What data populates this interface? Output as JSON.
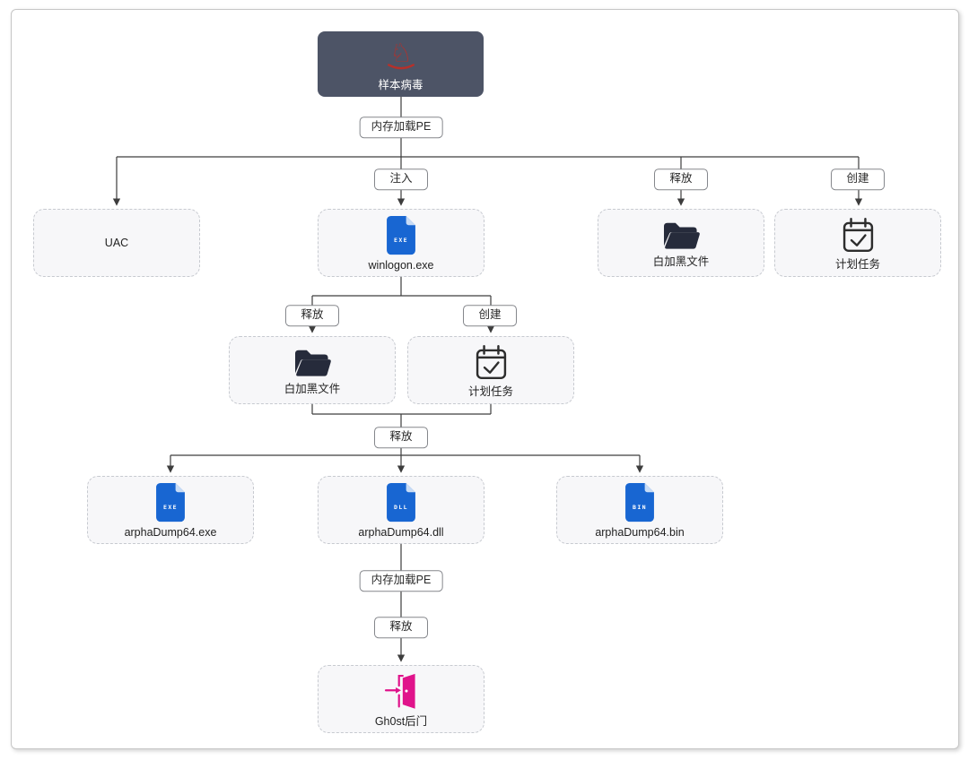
{
  "colors": {
    "line": "#3d3d3d",
    "node_dark_bg": "#4d5466",
    "node_bg": "#f7f7f9",
    "node_border": "#c7cad0",
    "label_border": "#85878c",
    "file_blue": "#1866d2",
    "file_fold": "#c8dcf6",
    "folder_dark": "#262b3b",
    "calendar_dark": "#2d2d2d",
    "door_pink": "#e0138b",
    "horse_red": "#b6302a"
  },
  "nodes": {
    "virus": {
      "label": "样本病毒",
      "icon": "trojan-horse-icon"
    },
    "uac": {
      "label": "UAC"
    },
    "winlogon": {
      "label": "winlogon.exe",
      "icon": "exe-file-icon",
      "badge": "EXE"
    },
    "whiteblack_top": {
      "label": "白加黑文件",
      "icon": "folder-icon"
    },
    "scheduled_task_top": {
      "label": "计划任务",
      "icon": "calendar-check-icon"
    },
    "whiteblack_mid": {
      "label": "白加黑文件",
      "icon": "folder-icon"
    },
    "scheduled_task_mid": {
      "label": "计划任务",
      "icon": "calendar-check-icon"
    },
    "dump_exe": {
      "label": "arphaDump64.exe",
      "icon": "exe-file-icon",
      "badge": "EXE"
    },
    "dump_dll": {
      "label": "arphaDump64.dll",
      "icon": "dll-file-icon",
      "badge": "DLL"
    },
    "dump_bin": {
      "label": "arphaDump64.bin",
      "icon": "bin-file-icon",
      "badge": "BIN"
    },
    "backdoor": {
      "label": "Gh0st后门",
      "icon": "backdoor-door-icon"
    }
  },
  "edge_labels": {
    "memory_load_pe_top": "内存加载PE",
    "inject": "注入",
    "drop_right": "释放",
    "create_right": "创建",
    "drop_mid": "释放",
    "create_mid": "创建",
    "drop_merge": "释放",
    "memory_load_pe_bottom": "内存加载PE",
    "drop_bottom": "释放"
  }
}
